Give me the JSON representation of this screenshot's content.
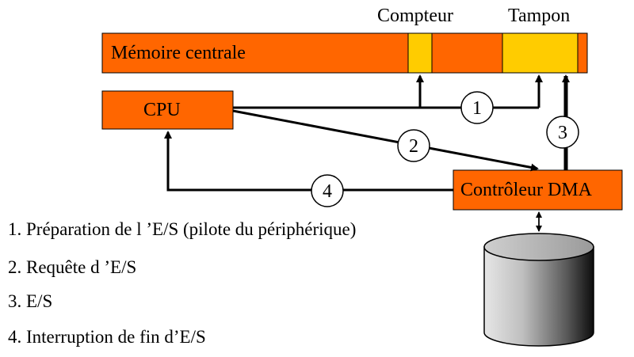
{
  "diagram": {
    "memory_label": "Mémoire centrale",
    "counter_label": "Compteur",
    "buffer_label": "Tampon",
    "cpu_label": "CPU",
    "dma_label": "Contrôleur DMA",
    "step_numbers": [
      "1",
      "2",
      "3",
      "4"
    ]
  },
  "legend": [
    "1. Préparation de l ’E/S (pilote du périphérique)",
    "2. Requête d ’E/S",
    "3. E/S",
    "4. Interruption de fin d’E/S"
  ],
  "colors": {
    "box_orange": "#FF6600",
    "highlight_yellow": "#FFCC00",
    "arrow": "#000000",
    "disk_dark": "#1a1a1a",
    "disk_light": "#d9d9d9"
  }
}
